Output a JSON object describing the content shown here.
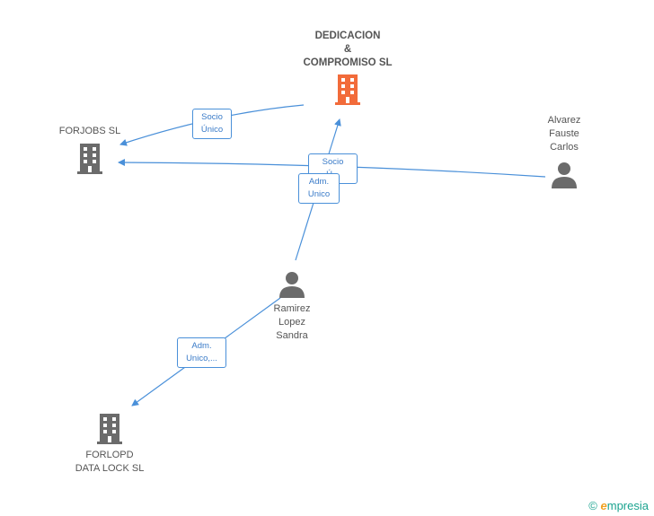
{
  "colors": {
    "edge": "#4a90d9",
    "main_building": "#f26b3a",
    "building": "#6b6b6b",
    "person": "#6b6b6b"
  },
  "nodes": {
    "dedicacion": {
      "label": "DEDICACION\n&\nCOMPROMISO SL",
      "icon": "building-icon"
    },
    "forjobs": {
      "label": "FORJOBS SL",
      "icon": "building-icon"
    },
    "forlopd": {
      "label": "FORLOPD\nDATA LOCK  SL",
      "icon": "building-icon"
    },
    "alvarez": {
      "label": "Alvarez\nFauste\nCarlos",
      "icon": "person-icon"
    },
    "ramirez": {
      "label": "Ramirez\nLopez\nSandra",
      "icon": "person-icon"
    }
  },
  "edges": {
    "socio_unico_1": {
      "label": "Socio\nÚnico"
    },
    "socio_unico_2": {
      "label": "Socio\nÚ..."
    },
    "adm_unico_1": {
      "label": "Adm.\nUnico"
    },
    "adm_unico_2": {
      "label": "Adm.\nUnico,..."
    }
  },
  "footer": {
    "copyright": "©",
    "brand_first": "e",
    "brand_rest": "mpresia"
  }
}
